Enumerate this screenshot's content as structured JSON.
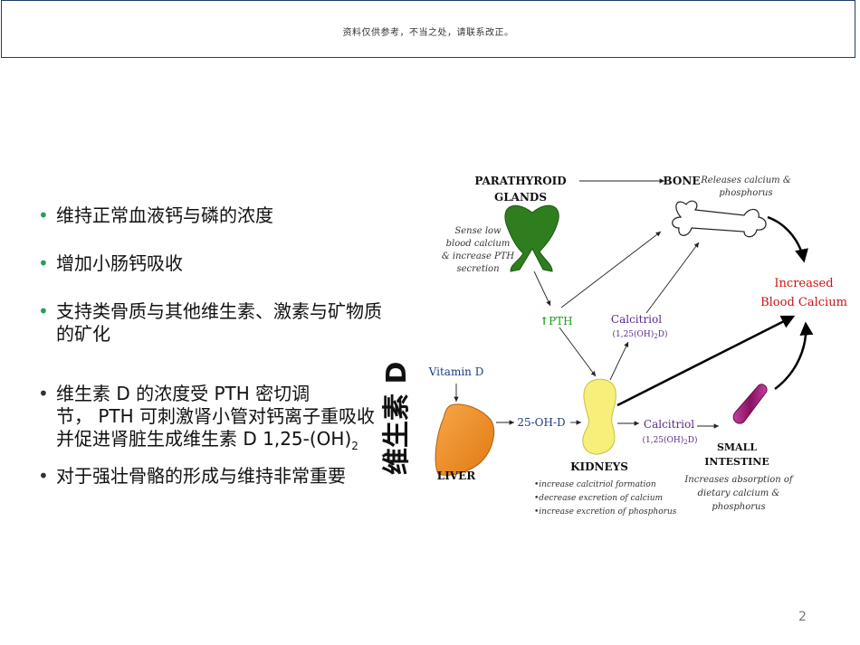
{
  "header": {
    "note": "资料仅供参考，不当之处，请联系改正。"
  },
  "bullets": [
    {
      "lines": [
        "维持正常血液钙与磷的浓度"
      ],
      "dot_color": "#2e9a5e"
    },
    {
      "lines": [
        "增加小肠钙吸收"
      ],
      "dot_color": "#2e9a5e"
    },
    {
      "lines": [
        "支持类骨质与其他维生素、激素与矿物质",
        "的矿化"
      ],
      "dot_color": "#2e9a5e"
    },
    {
      "lines": [
        "维生素  D  的浓度受  PTH  密切调",
        "节，  PTH  可刺激肾小管对钙离子重吸收",
        "并促进肾脏生成维生素  D 1,25-(OH)"
      ],
      "subscript": "2",
      "dot_color": "#333333"
    },
    {
      "lines": [
        "对于强壮骨骼的形成与维持非常重要"
      ],
      "dot_color": "#333333"
    }
  ],
  "vertical_title": "维生素  D",
  "page_number": "2",
  "diagram": {
    "parathyroid_label_1": "PARATHYROID",
    "parathyroid_label_2": "GLANDS",
    "parathyroid_note": [
      "Sense low",
      "blood calcium",
      "& increase PTH",
      "secretion"
    ],
    "pth": "PTH",
    "bone_label": "BONE",
    "bone_note": [
      "Releases calcium &",
      "phosphorus"
    ],
    "increased_1": "Increased",
    "increased_2": "Blood Calcium",
    "calcitriol_top": "Calcitriol",
    "calcitriol_top_formula": "(1,25(OH)",
    "calcitriol_top_formula_sub": "2",
    "calcitriol_top_formula_end": "D)",
    "vitamin_d": "Vitamin D",
    "liver_label": "LIVER",
    "ohd": "25-OH-D",
    "kidneys_label": "KIDNEYS",
    "kidney_notes": [
      "•increase calcitriol formation",
      "•decrease excretion of calcium",
      "•increase excretion of phosphorus"
    ],
    "calcitriol_bottom": "Calcitriol",
    "calcitriol_bottom_formula": "(1,25(OH)",
    "calcitriol_bottom_formula_sub": "2",
    "calcitriol_bottom_formula_end": "D)",
    "small_intestine_1": "SMALL",
    "small_intestine_2": "INTESTINE",
    "intestine_notes": [
      "Increases absorption of",
      "dietary calcium &",
      "phosphorus"
    ],
    "colors": {
      "parathyroid": "#2e7d1e",
      "pth": "#1a9e1a",
      "calcitriol": "#5a2a8a",
      "liver": "#f08a24",
      "kidney": "#f6ef7a",
      "intestine": "#a0207a",
      "increased": "#cc1111",
      "ohd": "#1c3a8a"
    }
  }
}
